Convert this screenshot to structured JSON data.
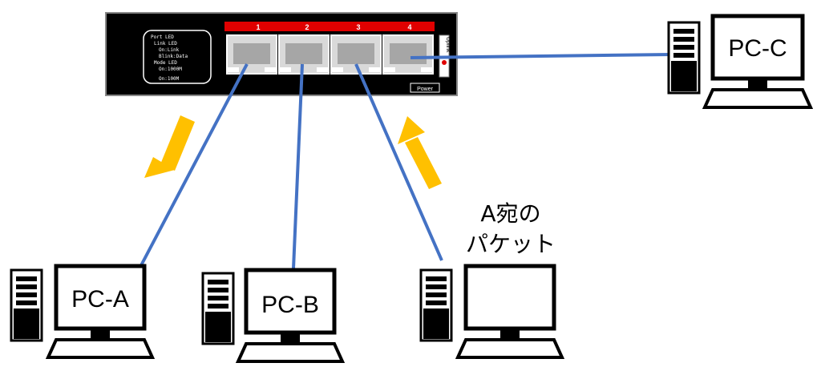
{
  "switch": {
    "ports": [
      "1",
      "2",
      "3",
      "4"
    ],
    "led_panel_lines": [
      "Port LED",
      "Link LED",
      "On:Link",
      "Blink:Data",
      "Mode LED",
      "On:1000M",
      "On:100M"
    ],
    "power_label": "Power",
    "side_label": "Uplink"
  },
  "pcs": {
    "a": {
      "label": "PC-A"
    },
    "b": {
      "label": "PC-B"
    },
    "c": {
      "label": "PC-C"
    },
    "d": {
      "label": ""
    }
  },
  "annotation": {
    "line1": "A宛の",
    "line2": "パケット"
  },
  "colors": {
    "cable": "#4472c4",
    "arrow": "#ffc000",
    "switch_body": "#000000",
    "port_strip": "#e00000"
  }
}
